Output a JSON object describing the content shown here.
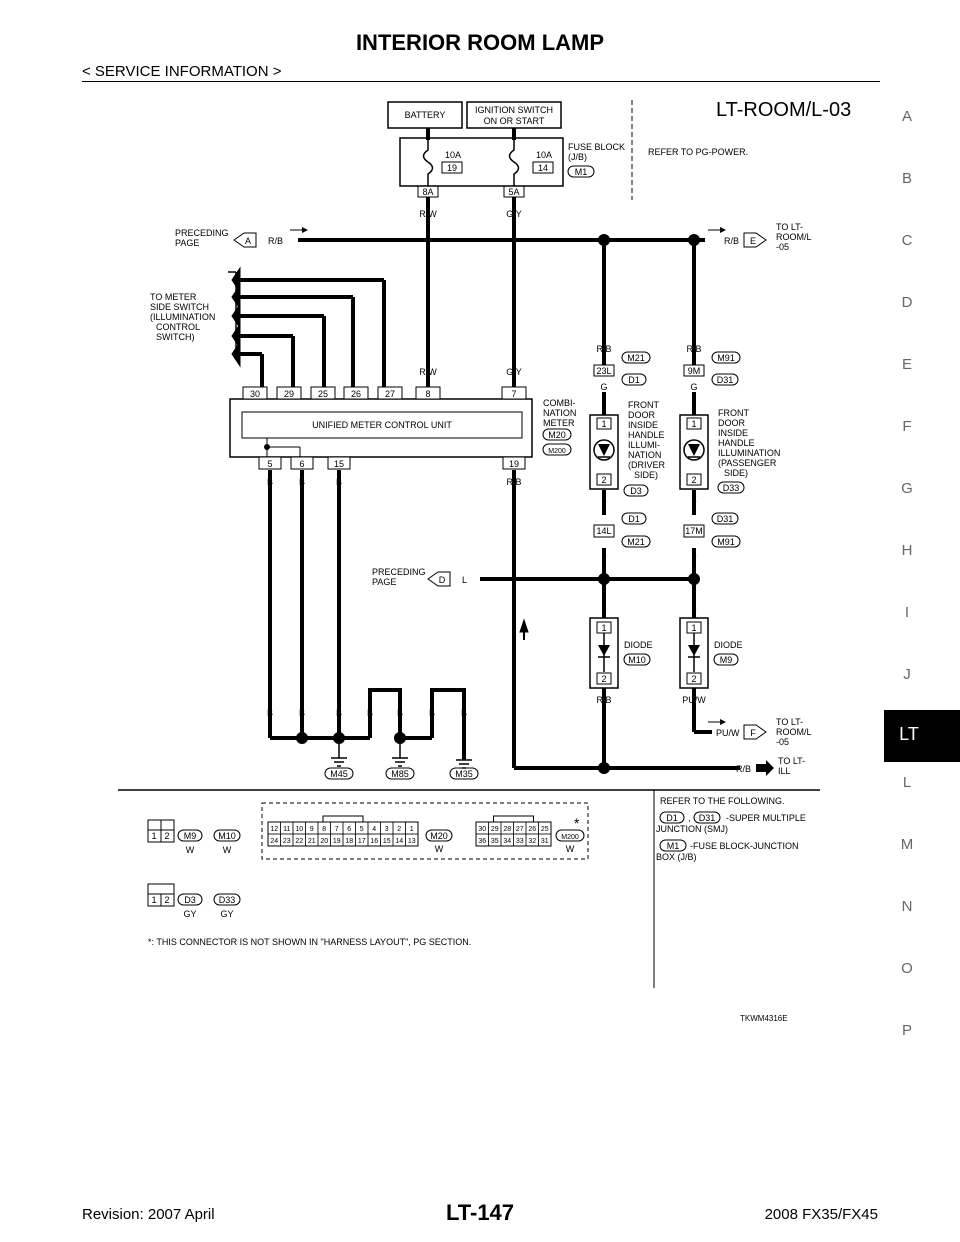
{
  "header": {
    "title": "INTERIOR ROOM LAMP",
    "subtitle": "< SERVICE INFORMATION >"
  },
  "sidebar": {
    "letters": [
      "A",
      "B",
      "C",
      "D",
      "E",
      "F",
      "G",
      "H",
      "I",
      "J",
      "LT",
      "L",
      "M",
      "N",
      "O",
      "P"
    ],
    "active": "LT"
  },
  "footer": {
    "revision": "Revision: 2007 April",
    "page": "LT-147",
    "model": "2008 FX35/FX45"
  },
  "diagram": {
    "id": "LT-ROOM/L-03",
    "code": "TKWM4316E",
    "battery": "BATTERY",
    "ignition": [
      "IGNITION SWITCH",
      "ON OR START"
    ],
    "fuse_block": [
      "FUSE BLOCK",
      "(J/B)"
    ],
    "fuse_block_conn": "M1",
    "refer_power": "REFER TO PG-POWER.",
    "fuses": [
      {
        "amps": "10A",
        "num": "19",
        "term": "8A",
        "wire": "R/W"
      },
      {
        "amps": "10A",
        "num": "14",
        "term": "5A",
        "wire": "G/Y"
      }
    ],
    "preceding_page": [
      "PRECEDING",
      "PAGE"
    ],
    "conn_a": "A",
    "conn_d": "D",
    "conn_e": "E",
    "conn_f": "F",
    "wire_rb": "R/B",
    "wire_l": "L",
    "wire_b": "B",
    "wire_rw": "R/W",
    "wire_gy": "G/Y",
    "wire_g": "G",
    "wire_puw": "PU/W",
    "to_room_l_05": [
      "TO LT-",
      "ROOM/L",
      "-05"
    ],
    "to_ill": [
      "TO LT-",
      "ILL"
    ],
    "to_meter": [
      "TO METER",
      "SIDE SWITCH",
      "(ILLUMINATION",
      "CONTROL",
      "SWITCH)"
    ],
    "meter_terms_top": [
      "30",
      "29",
      "25",
      "26",
      "27",
      "8",
      "7"
    ],
    "meter_terms_bottom": [
      "5",
      "6",
      "15",
      "19"
    ],
    "unified": "UNIFIED METER CONTROL UNIT",
    "combi": [
      "COMBI-",
      "NATION",
      "METER"
    ],
    "m20": "M20",
    "m200": "M200",
    "front_driver": [
      "FRONT",
      "DOOR",
      "INSIDE",
      "HANDLE",
      "ILLUMI-",
      "NATION",
      "(DRIVER",
      "SIDE)"
    ],
    "front_pass": [
      "FRONT",
      "DOOR",
      "INSIDE",
      "HANDLE",
      "ILLUMINATION",
      "(PASSENGER",
      "SIDE)"
    ],
    "m21": "M21",
    "m91": "M91",
    "d1": "D1",
    "d31": "D31",
    "d3": "D3",
    "d33": "D33",
    "t23l": "23L",
    "t9m": "9M",
    "t14l": "14L",
    "t17m": "17M",
    "pin1": "1",
    "pin2": "2",
    "diode": "DIODE",
    "m10": "M10",
    "m9": "M9",
    "grounds": [
      "M45",
      "M85",
      "M35"
    ],
    "refer_following": "REFER TO THE FOLLOWING.",
    "smj": [
      "-SUPER MULTIPLE",
      "JUNCTION (SMJ)"
    ],
    "fbjb": [
      "-FUSE BLOCK-JUNCTION",
      "BOX (J/B)"
    ],
    "conn_m20_top": [
      "12",
      "11",
      "10",
      "9",
      "8",
      "7",
      "6",
      "5",
      "4",
      "3",
      "2",
      "1"
    ],
    "conn_m20_bottom": [
      "24",
      "23",
      "22",
      "21",
      "20",
      "19",
      "18",
      "17",
      "16",
      "15",
      "14",
      "13"
    ],
    "conn_m200_top": [
      "30",
      "29",
      "28",
      "27",
      "26",
      "25"
    ],
    "conn_m200_bottom": [
      "36",
      "35",
      "34",
      "33",
      "32",
      "31"
    ],
    "color_w": "W",
    "color_gy": "GY",
    "star": "*",
    "footnote": "*: THIS CONNECTOR IS NOT SHOWN IN \"HARNESS LAYOUT\", PG SECTION."
  }
}
